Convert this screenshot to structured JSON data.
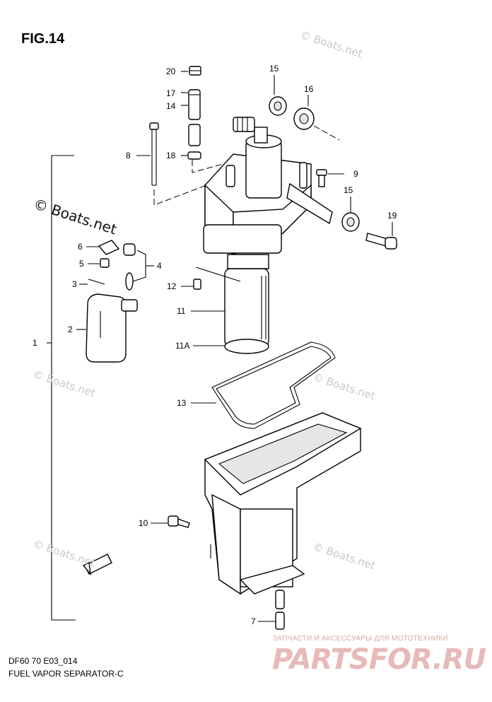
{
  "figure": {
    "title": "FIG.14",
    "code": "DF60 70 E03_014",
    "name": "FUEL VAPOR SEPARATOR-C"
  },
  "callouts": {
    "c1": "1",
    "c2": "2",
    "c3": "3",
    "c4": "4",
    "c5": "5",
    "c6": "6",
    "c7": "7",
    "c8": "8",
    "c9": "9",
    "c10": "10",
    "c11": "11",
    "c11a": "11A",
    "c12": "12",
    "c13": "13",
    "c14": "14",
    "c15a": "15",
    "c15b": "15",
    "c16": "16",
    "c17": "17",
    "c18": "18",
    "c19": "19",
    "c20": "20"
  },
  "watermarks": {
    "w_big": "© Boats.net",
    "w1": "© Boats.net",
    "w2": "© Boats.net",
    "w3": "© Boats.net",
    "w4": "© Boats.net",
    "w5": "© Boats.net"
  },
  "shop": {
    "tagline": "ЗАПЧАСТИ И АКСЕССУАРЫ ДЛЯ МОТОТЕХНИКИ",
    "logo": "PARTSFOR.RU"
  },
  "colors": {
    "line": "#000000",
    "watermark": "#c8c8c8",
    "shop_logo": "#e8b9b9"
  }
}
